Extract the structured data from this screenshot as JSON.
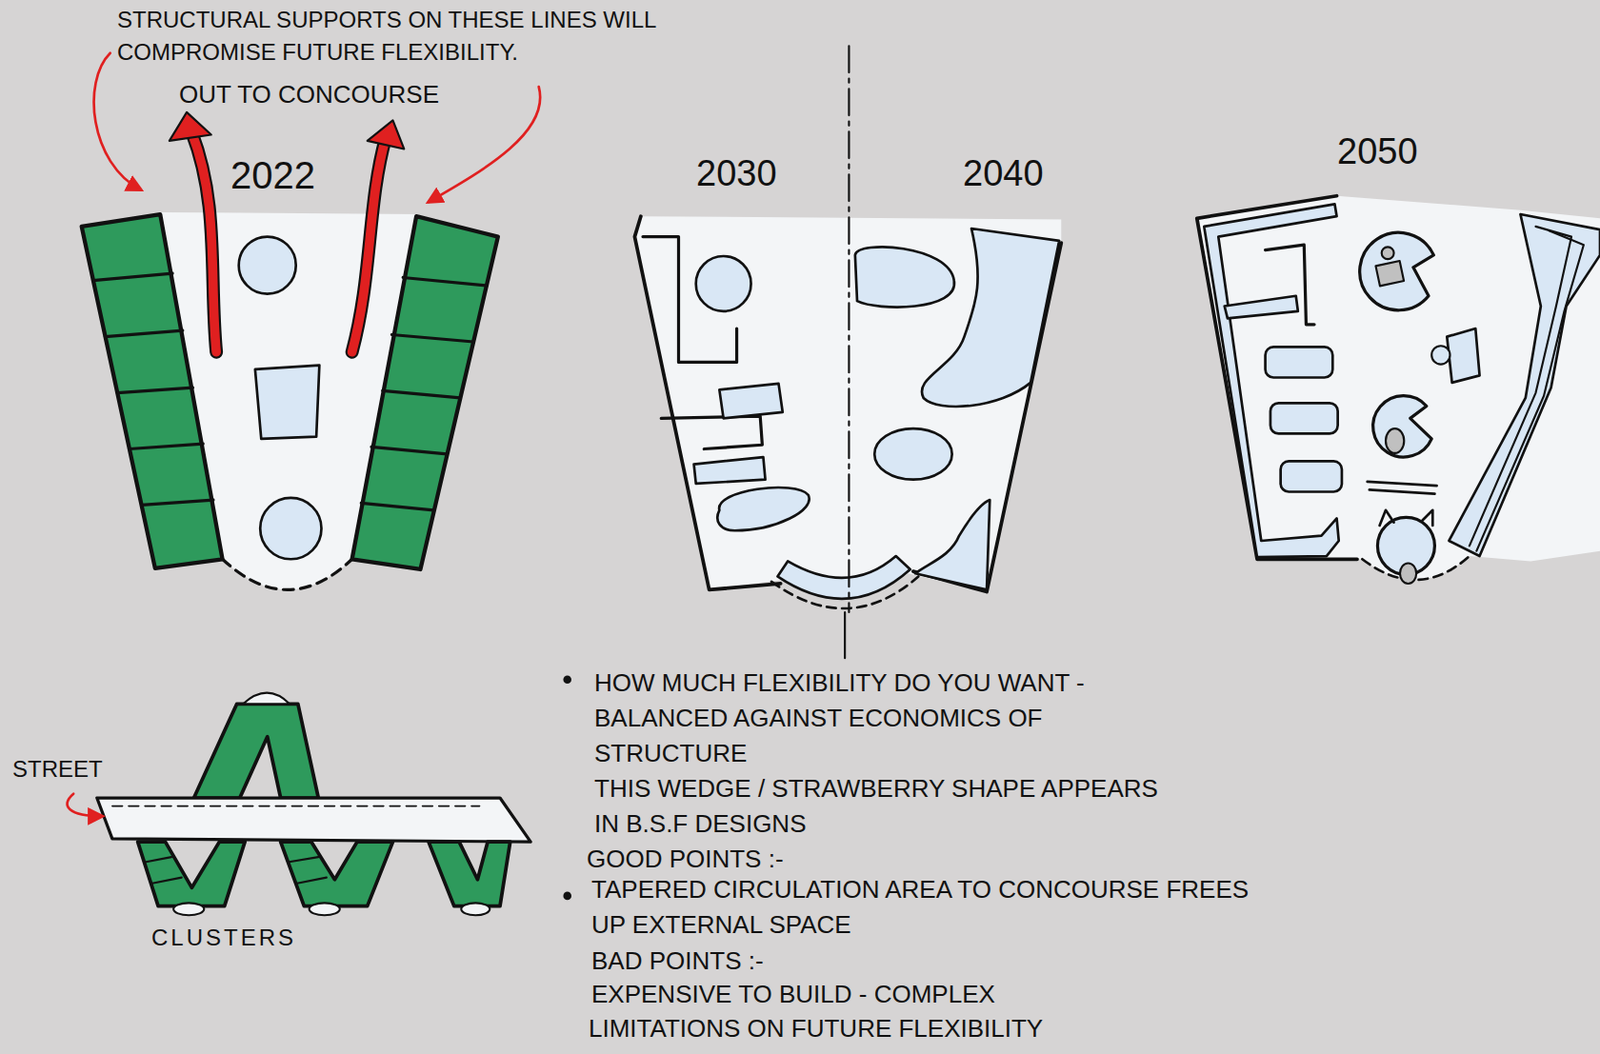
{
  "diagram": {
    "labels": [
      "STRUCTURAL SUPPORTS ON THESE LINES WILL COMPROMISE FUTURE FLEXIBILITY.",
      "OUT TO CONCOURSE",
      "2022",
      "2030",
      "2040",
      "2050",
      "STREET",
      "CLUSTERS",
      "HOW MUCH FLEXIBILITY DO YOU WANT - BALANCED AGAINST ECONOMICS OF STRUCTURE",
      "THIS WEDGE / STRAWBERRY SHAPE APPEARS IN B.S.F DESIGNS",
      "GOOD POINTS :-",
      "TAPERED CIRCULATION AREA TO CONCOURSE FREES UP EXTERNAL SPACE",
      "BAD POINTS :-",
      "EXPENSIVE TO BUILD - COMPLEX",
      "LIMITATIONS ON FUTURE FLEXIBILITY"
    ]
  }
}
